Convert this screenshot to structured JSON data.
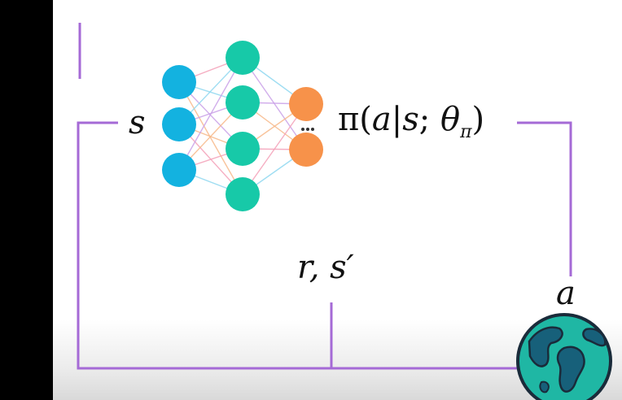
{
  "labels": {
    "state": "s",
    "policy_prefix": "π(",
    "policy_a": "a",
    "policy_bar": "|",
    "policy_s": "s",
    "policy_semi": "; ",
    "policy_theta": "θ",
    "policy_sub": "π",
    "policy_close": ")",
    "reward_state": "r, s′",
    "action": "a"
  },
  "colors": {
    "loop_line": "#a56ad6",
    "input_nodes": "#13b2e0",
    "hidden_nodes": "#17c9a8",
    "output_nodes": "#f7924a",
    "earth_ocean": "#1fb7a4",
    "earth_land": "#17607a",
    "earth_outline": "#1a2b3a"
  },
  "network": {
    "input_count": 3,
    "hidden_count": 4,
    "output_count": 2
  }
}
